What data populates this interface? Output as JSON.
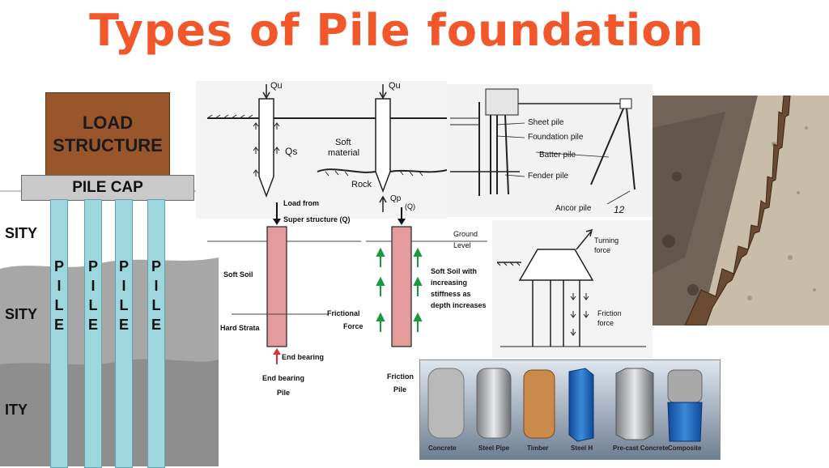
{
  "title": "Types of Pile foundation",
  "panel_load_structure": {
    "load_line1": "LOAD",
    "load_line2": "STRUCTURE",
    "pile_cap": "PILE CAP",
    "pile_letters": [
      "P",
      "I",
      "L",
      "E"
    ],
    "soil_labels": [
      "SITY",
      "SITY",
      "ITY"
    ],
    "colors": {
      "load": "#99562b",
      "pile": "#9ed6de",
      "cap": "#c9c9c9",
      "soil_mid": "#a9a9a9",
      "soil_low": "#8a8a8a"
    }
  },
  "panel_qu_sketch": {
    "qu_left": "Qu",
    "qs": "Qs",
    "qu_right": "Qu",
    "soft_material_1": "Soft",
    "soft_material_2": "material",
    "rock": "Rock",
    "qp": "Qp",
    "q": "(Q)"
  },
  "panel_retaining": {
    "sheet_pile": "Sheet pile",
    "foundation_pile": "Foundation pile",
    "batter_pile": "Batter pile",
    "fender_pile": "Fender pile",
    "ancor_pile": "Ancor pile",
    "page_mark": "12"
  },
  "panel_bearing": {
    "load_from": "Load from",
    "super_structure": "Super structure (Q)",
    "soft_soil": "Soft Soil",
    "hard_strata": "Hard Strata",
    "end_bearing_arrow": "End bearing",
    "end_bearing_pile_1": "End bearing",
    "end_bearing_pile_2": "Pile",
    "ground": "Ground",
    "level": "Level",
    "soft_soil_inc_1": "Soft Soil with",
    "soft_soil_inc_2": "increasing",
    "soft_soil_inc_3": "stiffness as",
    "soft_soil_inc_4": "depth increases",
    "frictional_1": "Frictional",
    "frictional_2": "Force",
    "friction_pile_1": "Friction",
    "friction_pile_2": "Pile"
  },
  "panel_turning": {
    "turning_1": "Turning",
    "turning_2": "force",
    "friction_1": "Friction",
    "friction_2": "force"
  },
  "panel_materials": {
    "labels": [
      "Concrete",
      "Steel Pipe",
      "Timber",
      "Steel H",
      "Pre-cast Concrete",
      "Composite"
    ]
  }
}
